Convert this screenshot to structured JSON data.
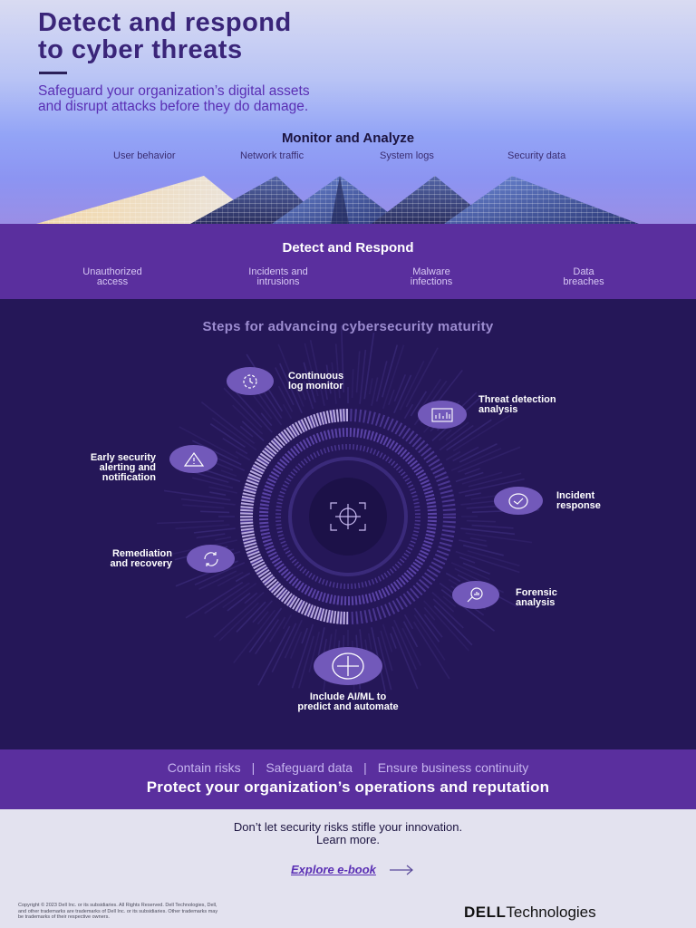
{
  "hero": {
    "title_line1": "Detect and respond",
    "title_line2": "to cyber threats",
    "subtitle_line1": "Safeguard your organization’s digital assets",
    "subtitle_line2": "and disrupt attacks before they do damage.",
    "monitor_title": "Monitor and Analyze",
    "monitor_items": [
      "User behavior",
      "Network traffic",
      "System logs",
      "Security data"
    ]
  },
  "detect": {
    "title": "Detect and Respond",
    "items": [
      {
        "line1": "Unauthorized",
        "line2": "access"
      },
      {
        "line1": "Incidents and",
        "line2": "intrusions"
      },
      {
        "line1": "Malware",
        "line2": "infections"
      },
      {
        "line1": "Data",
        "line2": "breaches"
      }
    ]
  },
  "steps": {
    "title": "Steps for advancing cybersecurity maturity",
    "items": [
      {
        "line1": "Continuous",
        "line2": "log monitor",
        "icon": "log-monitor-icon"
      },
      {
        "line1": "Threat detection",
        "line2": "analysis",
        "icon": "chart-icon"
      },
      {
        "line1": "Incident",
        "line2": "response",
        "icon": "check-icon"
      },
      {
        "line1": "Forensic",
        "line2": "analysis",
        "icon": "magnifier-chart-icon"
      },
      {
        "line1": "Include AI/ML to",
        "line2": "predict and automate",
        "icon": "plus-icon"
      },
      {
        "line1": "Remediation",
        "line2": "and recovery",
        "icon": "recovery-icon"
      },
      {
        "line1": "Early security",
        "line2": "alerting and",
        "line3": "notification",
        "icon": "warning-icon"
      }
    ]
  },
  "protect": {
    "tags": [
      "Contain risks",
      "Safeguard data",
      "Ensure business continuity"
    ],
    "separator": "|",
    "main": "Protect your organization’s operations and reputation"
  },
  "footer": {
    "cta_line1": "Don’t let security risks stifle your innovation.",
    "cta_line2": "Learn more.",
    "link": "Explore e-book",
    "copyright_line1": "Copyright © 2023 Dell Inc. or its subsidiaries. All Rights Reserved. Dell Technologies, Dell,",
    "copyright_line2": "and other trademarks are trademarks of Dell Inc. or its subsidiaries. Other trademarks may",
    "copyright_line3": "be trademarks of their respective owners.",
    "logo_dell": "DELL",
    "logo_tech": "Technologies"
  },
  "colors": {
    "primary_purple": "#5a2f9e",
    "dark_purple": "#251758",
    "icon_purple": "#7259ba",
    "accent_text": "#5a2fb4"
  }
}
